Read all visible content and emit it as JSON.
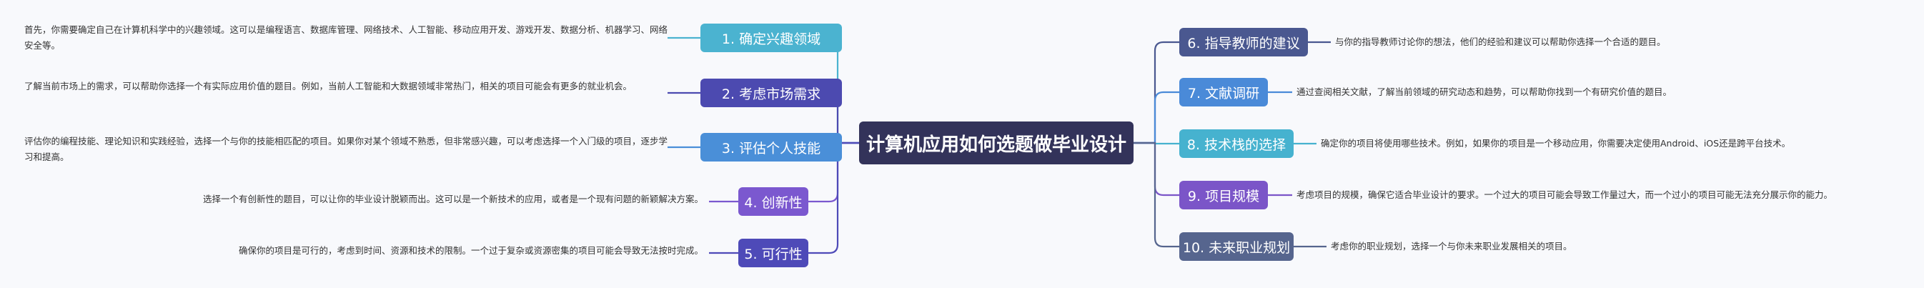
{
  "center": {
    "label": "计算机应用如何选题做毕业设计",
    "color": "#33335a"
  },
  "topics": [
    {
      "label": "1. 确定兴趣领域",
      "color": "#4bb3d0",
      "text": "首先，你需要确定自己在计算机科学中的兴趣领域。这可以是编程语言、数据库管理、网络技术、人工智能、移动应用开发、游戏开发、数据分析、机器学习、网络安全等。"
    },
    {
      "label": "2. 考虑市场需求",
      "color": "#4c4ab0",
      "text": "了解当前市场上的需求，可以帮助你选择一个有实际应用价值的题目。例如，当前人工智能和大数据领域非常热门，相关的项目可能会有更多的就业机会。"
    },
    {
      "label": "3. 评估个人技能",
      "color": "#4a8fd8",
      "text": "评估你的编程技能、理论知识和实践经验，选择一个与你的技能相匹配的项目。如果你对某个领域不熟悉，但非常感兴趣，可以考虑选择一个入门级的项目，逐步学习和提高。"
    },
    {
      "label": "4. 创新性",
      "color": "#7b58cf",
      "text": "选择一个有创新性的题目，可以让你的毕业设计脱颖而出。这可以是一个新技术的应用，或者是一个现有问题的新颖解决方案。"
    },
    {
      "label": "5. 可行性",
      "color": "#4e4ab8",
      "text": "确保你的项目是可行的，考虑到时间、资源和技术的限制。一个过于复杂或资源密集的项目可能会导致无法按时完成。"
    },
    {
      "label": "6. 指导教师的建议",
      "color": "#4a5890",
      "text": "与你的指导教师讨论你的想法，他们的经验和建议可以帮助你选择一个合适的题目。"
    },
    {
      "label": "7. 文献调研",
      "color": "#4a8ad8",
      "text": "通过查阅相关文献，了解当前领域的研究动态和趋势，可以帮助你找到一个有研究价值的题目。"
    },
    {
      "label": "8. 技术栈的选择",
      "color": "#46b2cf",
      "text": "确定你的项目将使用哪些技术。例如，如果你的项目是一个移动应用，你需要决定使用Android、iOS还是跨平台技术。"
    },
    {
      "label": "9. 项目规模",
      "color": "#7b55c8",
      "text": "考虑项目的规模，确保它适合毕业设计的要求。一个过大的项目可能会导致工作量过大，而一个过小的项目可能无法充分展示你的能力。"
    },
    {
      "label": "10. 未来职业规划",
      "color": "#56658e",
      "text": "考虑你的职业规划，选择一个与你未来职业发展相关的项目。"
    }
  ]
}
